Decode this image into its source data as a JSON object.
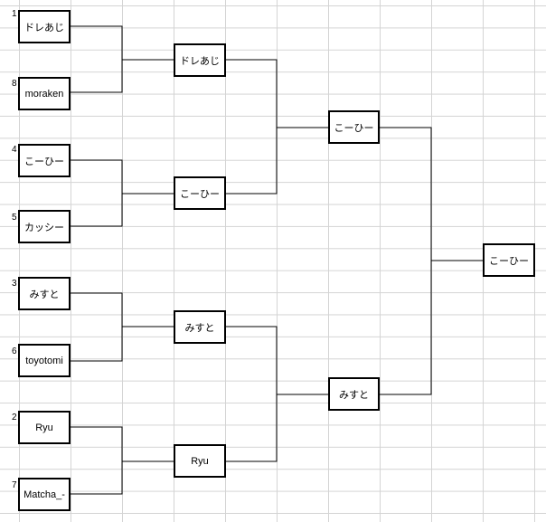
{
  "bracket": {
    "round1": [
      {
        "seed": "1",
        "name": "ドレあじ"
      },
      {
        "seed": "8",
        "name": "moraken"
      },
      {
        "seed": "4",
        "name": "こーひー"
      },
      {
        "seed": "5",
        "name": "カッシー"
      },
      {
        "seed": "3",
        "name": "みすと"
      },
      {
        "seed": "6",
        "name": "toyotomi"
      },
      {
        "seed": "2",
        "name": "Ryu"
      },
      {
        "seed": "7",
        "name": "Matcha_-"
      }
    ],
    "round2": [
      "ドレあじ",
      "こーひー",
      "みすと",
      "Ryu"
    ],
    "round3": [
      "こーひー",
      "みすと"
    ],
    "winner": "こーひー"
  }
}
